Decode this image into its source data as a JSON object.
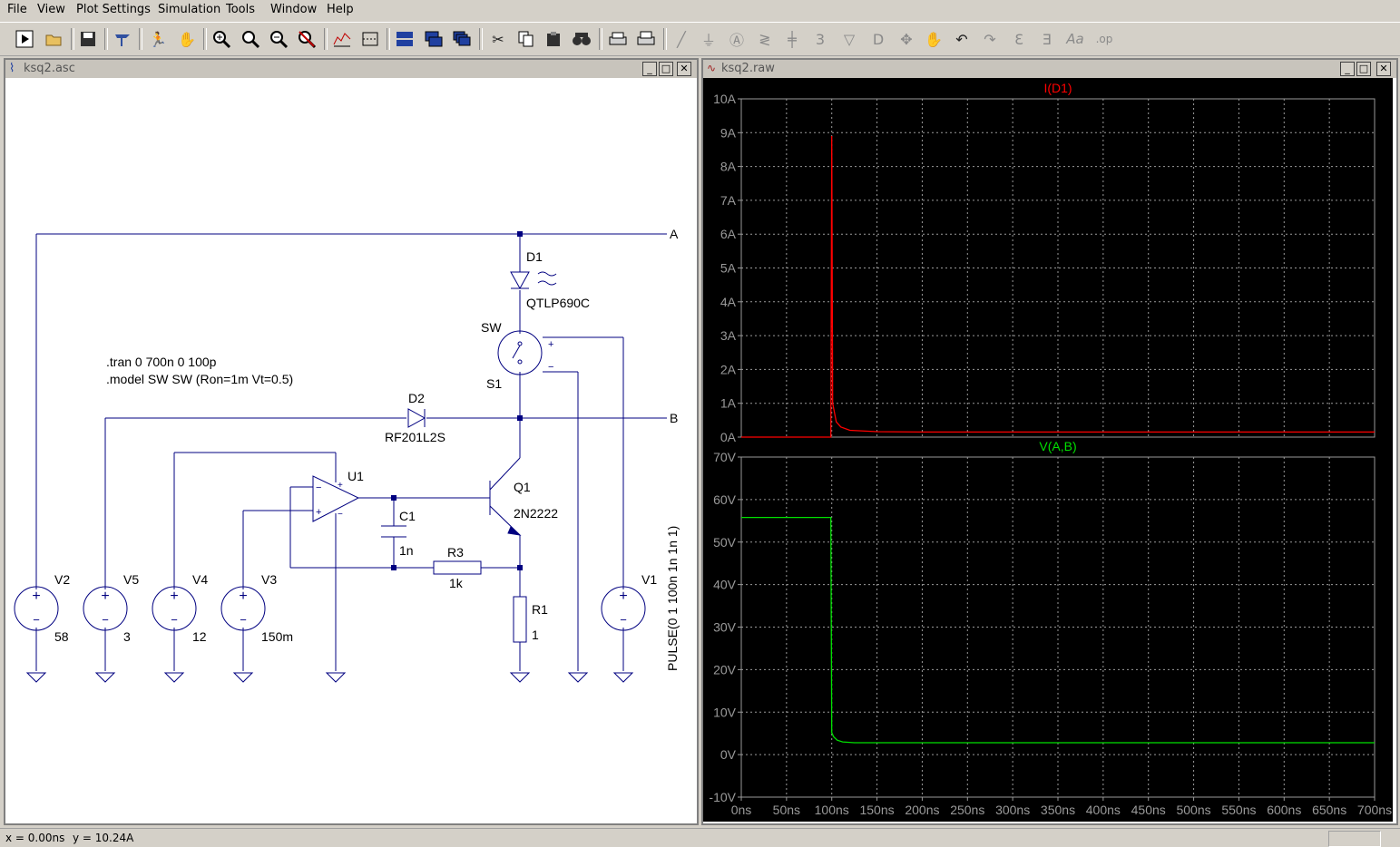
{
  "menu": {
    "file": "File",
    "view": "View",
    "plot_settings": "Plot Settings",
    "simulation": "Simulation",
    "tools": "Tools",
    "window": "Window",
    "help": "Help"
  },
  "toolbar": {
    "icons": [
      "run-icon",
      "open-icon",
      "save-icon",
      "control-panel-icon",
      "halt-icon",
      "pan-icon",
      "zoom-in-icon",
      "zoom-area-icon",
      "zoom-out-icon",
      "zoom-cancel-icon",
      "autorange-icon",
      "mark-icon",
      "tile-horizontal-icon",
      "tile-vertical-icon",
      "cascade-icon",
      "cut-icon",
      "copy-icon",
      "paste-icon",
      "find-icon",
      "print-setup-icon",
      "print-icon",
      "wire-icon",
      "ground-icon",
      "label-icon",
      "resistor-icon",
      "capacitor-icon",
      "inductor-icon",
      "diode-icon",
      "component-icon",
      "move-icon",
      "drag-icon",
      "undo-icon",
      "redo-icon",
      "rotate-icon",
      "mirror-icon",
      "text-icon",
      "spice-directive-icon"
    ]
  },
  "schematic_window": {
    "title": "ksq2.asc",
    "directives": [
      ".tran 0 700n 0 100p",
      ".model SW SW (Ron=1m Vt=0.5)"
    ],
    "nets": {
      "a": "A",
      "b": "B"
    },
    "components": {
      "d1": {
        "ref": "D1",
        "value": "QTLP690C"
      },
      "sw": {
        "ref": "S1",
        "model": "SW"
      },
      "d2": {
        "ref": "D2",
        "value": "RF201L2S"
      },
      "u1": {
        "ref": "U1"
      },
      "q1": {
        "ref": "Q1",
        "value": "2N2222"
      },
      "c1": {
        "ref": "C1",
        "value": "1n"
      },
      "r3": {
        "ref": "R3",
        "value": "1k"
      },
      "r1": {
        "ref": "R1",
        "value": "1"
      },
      "v2": {
        "ref": "V2",
        "value": "58"
      },
      "v5": {
        "ref": "V5",
        "value": "3"
      },
      "v4": {
        "ref": "V4",
        "value": "12"
      },
      "v3": {
        "ref": "V3",
        "value": "150m"
      },
      "v1": {
        "ref": "V1",
        "value": "PULSE(0 1 100n 1n 1n 1)"
      }
    }
  },
  "plot_window": {
    "title": "ksq2.raw",
    "colors": {
      "background": "#000000",
      "grid": "#9a9a9a",
      "trace1": "#ff0000",
      "trace2": "#00e000"
    },
    "x_ticks": [
      "0ns",
      "50ns",
      "100ns",
      "150ns",
      "200ns",
      "250ns",
      "300ns",
      "350ns",
      "400ns",
      "450ns",
      "500ns",
      "550ns",
      "600ns",
      "650ns",
      "700ns"
    ]
  },
  "chart_data": [
    {
      "type": "line",
      "title": "I(D1)",
      "ylim": [
        0,
        10
      ],
      "y_ticks": [
        "0A",
        "1A",
        "2A",
        "3A",
        "4A",
        "5A",
        "6A",
        "7A",
        "8A",
        "9A",
        "10A"
      ],
      "xlim": [
        0,
        700
      ],
      "series": [
        {
          "name": "I(D1)",
          "x": [
            0,
            99,
            100,
            101,
            105,
            110,
            120,
            150,
            200,
            700
          ],
          "y": [
            0,
            0,
            8.9,
            1.0,
            0.45,
            0.3,
            0.2,
            0.16,
            0.15,
            0.15
          ]
        }
      ]
    },
    {
      "type": "line",
      "title": "V(A,B)",
      "ylim": [
        -10,
        70
      ],
      "y_ticks": [
        "-10V",
        "0V",
        "10V",
        "20V",
        "30V",
        "40V",
        "50V",
        "60V",
        "70V"
      ],
      "xlim": [
        0,
        700
      ],
      "series": [
        {
          "name": "V(A,B)",
          "x": [
            0,
            99,
            100,
            102,
            106,
            112,
            125,
            700
          ],
          "y": [
            55.8,
            55.8,
            5.2,
            4.2,
            3.4,
            3.0,
            2.8,
            2.8
          ]
        }
      ]
    }
  ],
  "status": {
    "x": "x = 0.00ns",
    "y": "y = 10.24A"
  }
}
